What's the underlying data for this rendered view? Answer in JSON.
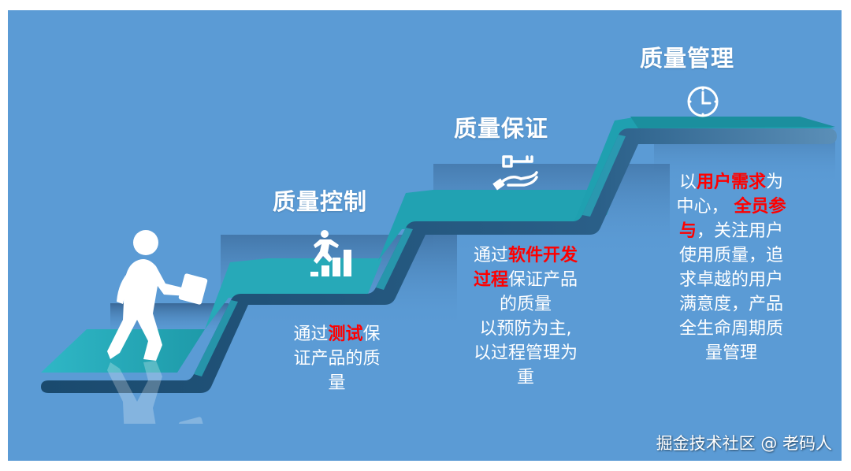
{
  "slide": {
    "background_color": "#5b9bd5",
    "stair_top_color": "#2ab0c0",
    "stair_edge_color": "#1a4a6e",
    "highlight_color": "#ff0000"
  },
  "steps": [
    {
      "title": "质量控制",
      "icon": "running-up-bars-icon",
      "desc_lines": [
        [
          {
            "t": "通过"
          },
          {
            "t": "测试",
            "hl": true
          },
          {
            "t": "保"
          }
        ],
        [
          {
            "t": "证产品的质"
          }
        ],
        [
          {
            "t": "量"
          }
        ]
      ]
    },
    {
      "title": "质量保证",
      "icon": "hand-holding-key-icon",
      "desc_lines": [
        [
          {
            "t": "通过"
          },
          {
            "t": "软件开发",
            "hl": true
          }
        ],
        [
          {
            "t": "过程",
            "hl": true
          },
          {
            "t": "保证产品"
          }
        ],
        [
          {
            "t": "的质量"
          }
        ],
        [
          {
            "t": "以预防为主,"
          }
        ],
        [
          {
            "t": "以过程管理为"
          }
        ],
        [
          {
            "t": "重"
          }
        ]
      ]
    },
    {
      "title": "质量管理",
      "icon": "clock-icon",
      "desc_lines": [
        [
          {
            "t": "以"
          },
          {
            "t": "用户需求",
            "hl": true
          },
          {
            "t": "为"
          }
        ],
        [
          {
            "t": "中心，  "
          },
          {
            "t": "全员参",
            "hl": true
          }
        ],
        [
          {
            "t": "与",
            "hl": true
          },
          {
            "t": "，关注用户"
          }
        ],
        [
          {
            "t": "使用质量，追"
          }
        ],
        [
          {
            "t": "求卓越的用户"
          }
        ],
        [
          {
            "t": "满意度，产品"
          }
        ],
        [
          {
            "t": "全生命周期质"
          }
        ],
        [
          {
            "t": "量管理"
          }
        ]
      ]
    }
  ],
  "figure": {
    "icon": "walking-businessman-icon"
  },
  "watermark": "掘金技术社区 @ 老码人"
}
